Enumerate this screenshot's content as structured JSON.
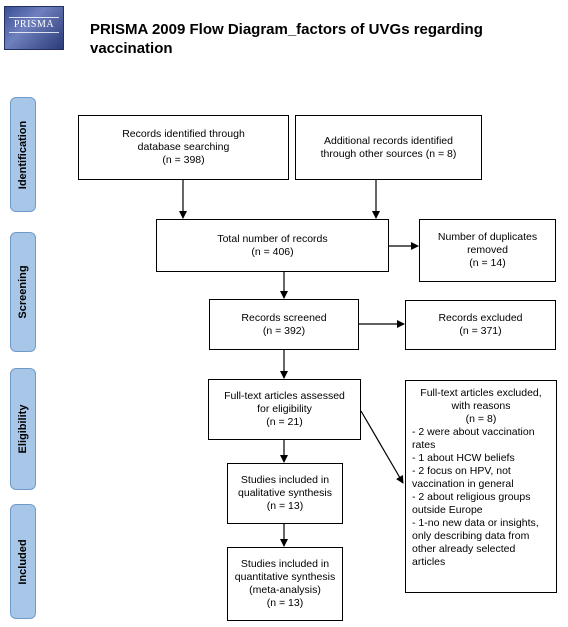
{
  "header": {
    "logo_text": "PRISMA",
    "title": "PRISMA 2009 Flow Diagram_factors of UVGs regarding vaccination"
  },
  "stages": [
    "Identification",
    "Screening",
    "Eligibility",
    "Included"
  ],
  "boxes": {
    "db_search": [
      "Records identified through",
      "database searching",
      "(n = 398)"
    ],
    "other_sources": [
      "Additional records identified",
      "through other sources (n = 8)"
    ],
    "total": [
      "Total number of records",
      "(n = 406)"
    ],
    "duplicates": [
      "Number of duplicates",
      "removed",
      "(n = 14)"
    ],
    "screened": [
      "Records screened",
      "(n = 392)"
    ],
    "excluded": [
      "Records excluded",
      "(n = 371)"
    ],
    "fulltext": [
      "Full-text articles assessed",
      "for eligibility",
      "(n = 21)"
    ],
    "qualitative": [
      "Studies included in",
      "qualitative synthesis",
      "(n = 13)"
    ],
    "quantitative": [
      "Studies included in",
      "quantitative synthesis",
      "(meta-analysis)",
      "(n = 13)"
    ]
  },
  "fulltext_excluded": {
    "head": [
      "Full-text articles excluded,",
      "with reasons",
      "(n = 8)"
    ],
    "reasons": [
      "- 2 were about vaccination",
      "rates",
      "- 1 about HCW beliefs",
      "- 2 focus on HPV, not",
      "vaccination in general",
      "- 2 about religious groups",
      "outside Europe",
      "- 1-no new data or insights,",
      "only describing data from",
      "other already selected",
      "articles"
    ]
  }
}
